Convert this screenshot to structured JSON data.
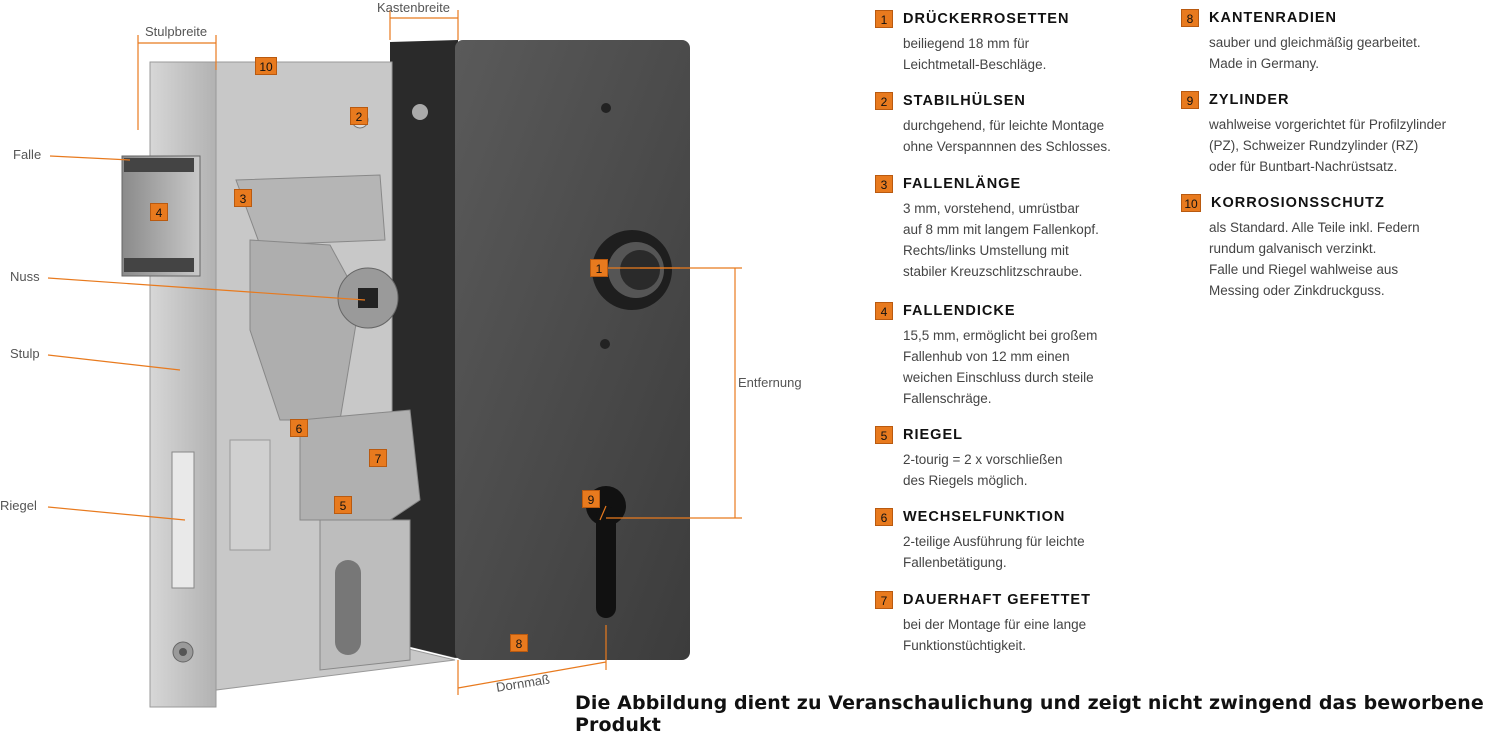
{
  "diagram": {
    "dimensions": {
      "stulpbreite": "Stulpbreite",
      "kastenbreite": "Kastenbreite",
      "entfernung": "Entfernung",
      "dornmass": "Dornmaß"
    },
    "parts": {
      "falle": "Falle",
      "nuss": "Nuss",
      "stulp": "Stulp",
      "riegel": "Riegel"
    },
    "callouts": [
      "1",
      "2",
      "3",
      "4",
      "5",
      "6",
      "7",
      "8",
      "9",
      "10"
    ],
    "accent_color": "#e87a1e"
  },
  "features": [
    {
      "num": "1",
      "title": "DRÜCKERROSETTEN",
      "desc": "beiliegend 18 mm für\nLeichtmetall-Beschläge."
    },
    {
      "num": "2",
      "title": "STABILHÜLSEN",
      "desc": "durchgehend, für leichte Montage\nohne Verspannnen des Schlosses."
    },
    {
      "num": "3",
      "title": "FALLENLÄNGE",
      "desc": "3 mm, vorstehend, umrüstbar\nauf 8 mm mit langem Fallenkopf.\nRechts/links Umstellung mit\nstabiler Kreuzschlitzschraube."
    },
    {
      "num": "4",
      "title": "FALLENDICKE",
      "desc": "15,5 mm, ermöglicht bei großem\nFallenhub von 12 mm einen\nweichen Einschluss durch steile\nFallenschräge."
    },
    {
      "num": "5",
      "title": "RIEGEL",
      "desc": "2-tourig = 2 x vorschließen\ndes Riegels möglich."
    },
    {
      "num": "6",
      "title": "WECHSELFUNKTION",
      "desc": "2-teilige Ausführung für leichte\nFallenbetätigung."
    },
    {
      "num": "7",
      "title": "DAUERHAFT GEFETTET",
      "desc": "bei der Montage für eine lange\nFunktionstüchtigkeit."
    },
    {
      "num": "8",
      "title": "KANTENRADIEN",
      "desc": "sauber und gleichmäßig gearbeitet.\nMade in Germany."
    },
    {
      "num": "9",
      "title": "ZYLINDER",
      "desc": "wahlweise vorgerichtet für Profilzylinder\n(PZ), Schweizer Rundzylinder (RZ)\noder für Buntbart-Nachrüstsatz."
    },
    {
      "num": "10",
      "title": "KORROSIONSSCHUTZ",
      "desc": "als Standard. Alle Teile inkl. Federn\nrundum galvanisch verzinkt.\nFalle und Riegel wahlweise aus\nMessing oder Zinkdruckguss."
    }
  ],
  "disclaimer": "Die Abbildung dient zu Veranschaulichung und zeigt nicht zwingend das beworbene Produkt"
}
